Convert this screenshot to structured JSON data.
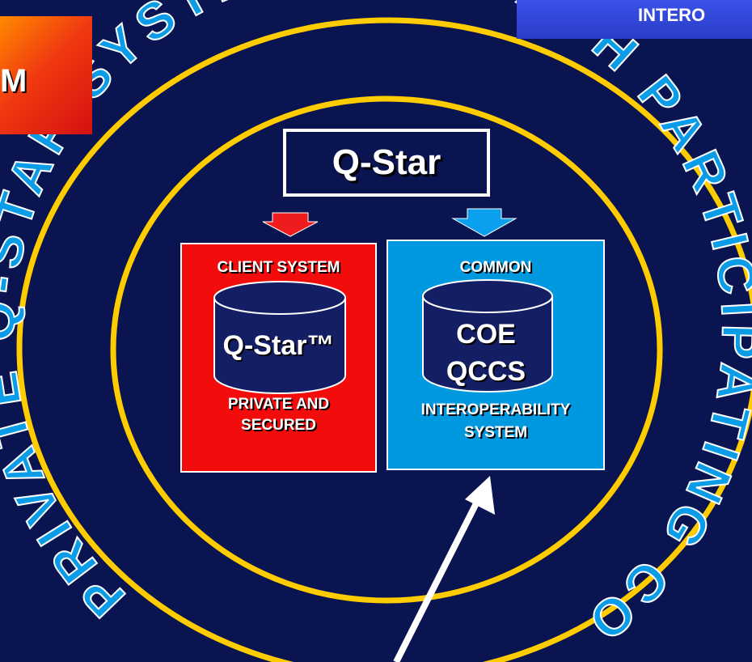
{
  "top_banner": {
    "text": "INTERO"
  },
  "left_box": {
    "text": "M"
  },
  "ring_text": {
    "top": "PRIVATE Q-STAR SYSTEM FOR EACH PARTICIPATING COUNTRY"
  },
  "qstar_box": {
    "label": "Q-Star"
  },
  "client_panel": {
    "title": "CLIENT SYSTEM",
    "cylinder_label": "Q-Star™",
    "subtitle_line1": "PRIVATE AND",
    "subtitle_line2": "SECURED"
  },
  "common_panel": {
    "title": "COMMON",
    "cylinder_line1": "COE",
    "cylinder_line2": "QCCS",
    "subtitle_line1": "INTEROPERABILITY",
    "subtitle_line2": "SYSTEM"
  },
  "colors": {
    "background": "#0a1450",
    "ring_gold": "#ffcc00",
    "client_red": "#f20c0c",
    "common_blue": "#0099e0",
    "cylinder_navy": "#141e64"
  }
}
